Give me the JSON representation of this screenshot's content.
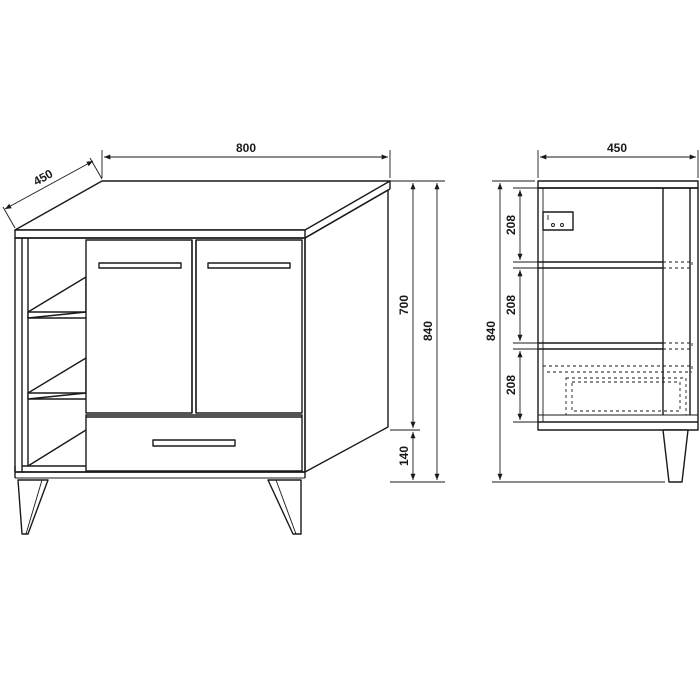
{
  "dimensions": {
    "front_width": "800",
    "front_depth": "450",
    "front_body_height": "700",
    "front_total_height": "840",
    "front_leg_height": "140",
    "side_depth": "450",
    "side_total_height": "840",
    "side_shelf_1": "208",
    "side_shelf_2": "208",
    "side_shelf_3": "208"
  }
}
